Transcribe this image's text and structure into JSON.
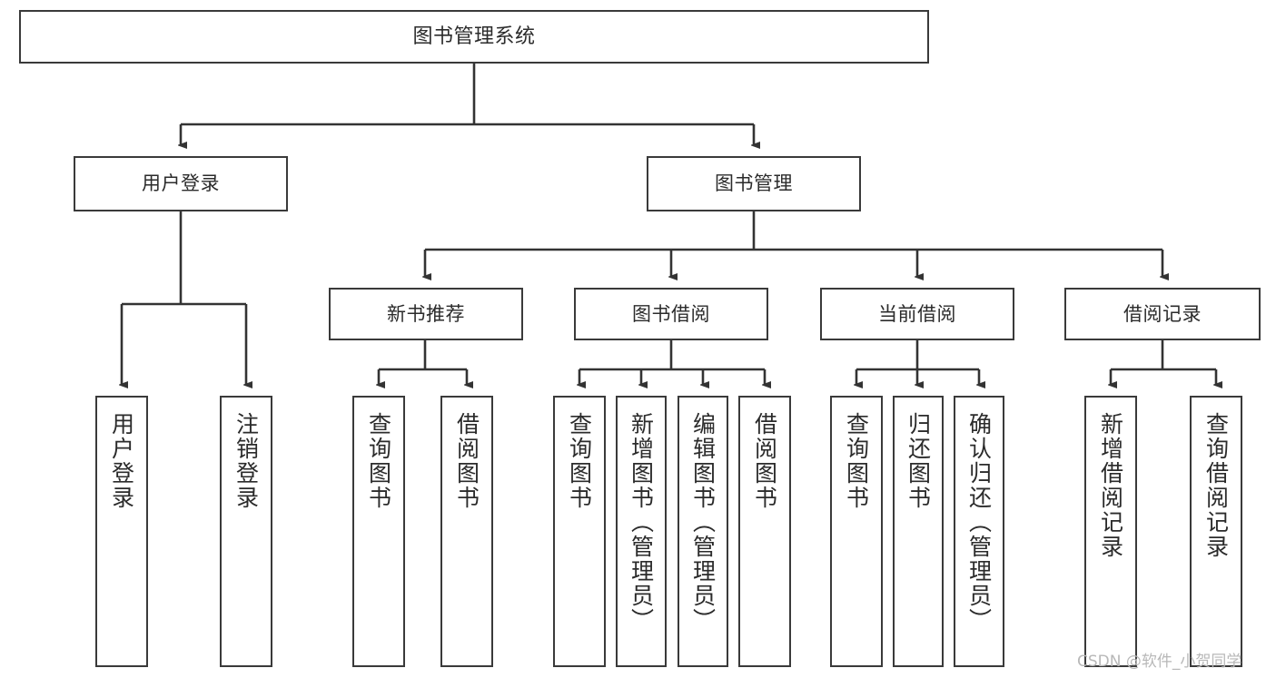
{
  "diagram": {
    "type": "tree-hierarchy",
    "title": "图书管理系统",
    "colors": {
      "box_stroke": "#3a3a3a",
      "box_fill": "#ffffff",
      "text": "#2b2b2b",
      "edge": "#333333",
      "watermark": "#b8b8b8"
    },
    "root": {
      "label": "图书管理系统"
    },
    "level2": [
      {
        "label": "用户登录"
      },
      {
        "label": "图书管理"
      }
    ],
    "level3": [
      {
        "label": "新书推荐"
      },
      {
        "label": "图书借阅"
      },
      {
        "label": "当前借阅"
      },
      {
        "label": "借阅记录"
      }
    ],
    "leaves": {
      "user_login": [
        {
          "label": "用户登录"
        },
        {
          "label": "注销登录"
        }
      ],
      "new_book_recommend": [
        {
          "label": "查询图书"
        },
        {
          "label": "借阅图书"
        }
      ],
      "book_borrow": [
        {
          "label": "查询图书"
        },
        {
          "label": "新增图书（管理员）"
        },
        {
          "label": "编辑图书（管理员）"
        },
        {
          "label": "借阅图书"
        }
      ],
      "current_borrow": [
        {
          "label": "查询图书"
        },
        {
          "label": "归还图书"
        },
        {
          "label": "确认归还（管理员）"
        }
      ],
      "borrow_record": [
        {
          "label": "新增借阅记录"
        },
        {
          "label": "查询借阅记录"
        }
      ]
    }
  },
  "watermark": {
    "text": "CSDN @软件_小贺同学"
  }
}
